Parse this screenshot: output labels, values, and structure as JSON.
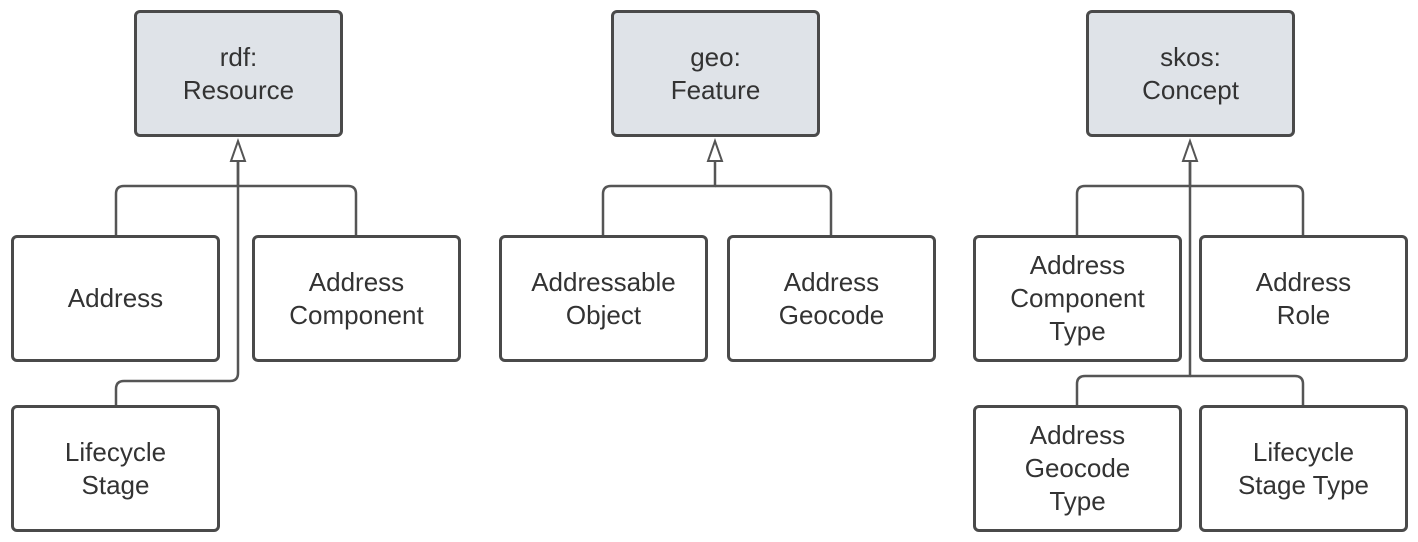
{
  "diagram": {
    "superclasses": {
      "rdf_resource": "rdf:\nResource",
      "geo_feature": "geo:\nFeature",
      "skos_concept": "skos:\nConcept"
    },
    "subclasses": {
      "address": "Address",
      "address_component": "Address\nComponent",
      "lifecycle_stage": "Lifecycle\nStage",
      "addressable_object": "Addressable\nObject",
      "address_geocode": "Address\nGeocode",
      "address_component_type": "Address\nComponent\nType",
      "address_role": "Address\nRole",
      "address_geocode_type": "Address\nGeocode\nType",
      "lifecycle_stage_type": "Lifecycle\nStage Type"
    },
    "colors": {
      "superclass_fill": "#dfe3e8",
      "subclass_fill": "#ffffff",
      "border": "#4a4a4a",
      "connector": "#555555"
    },
    "relationship": "generalization"
  }
}
